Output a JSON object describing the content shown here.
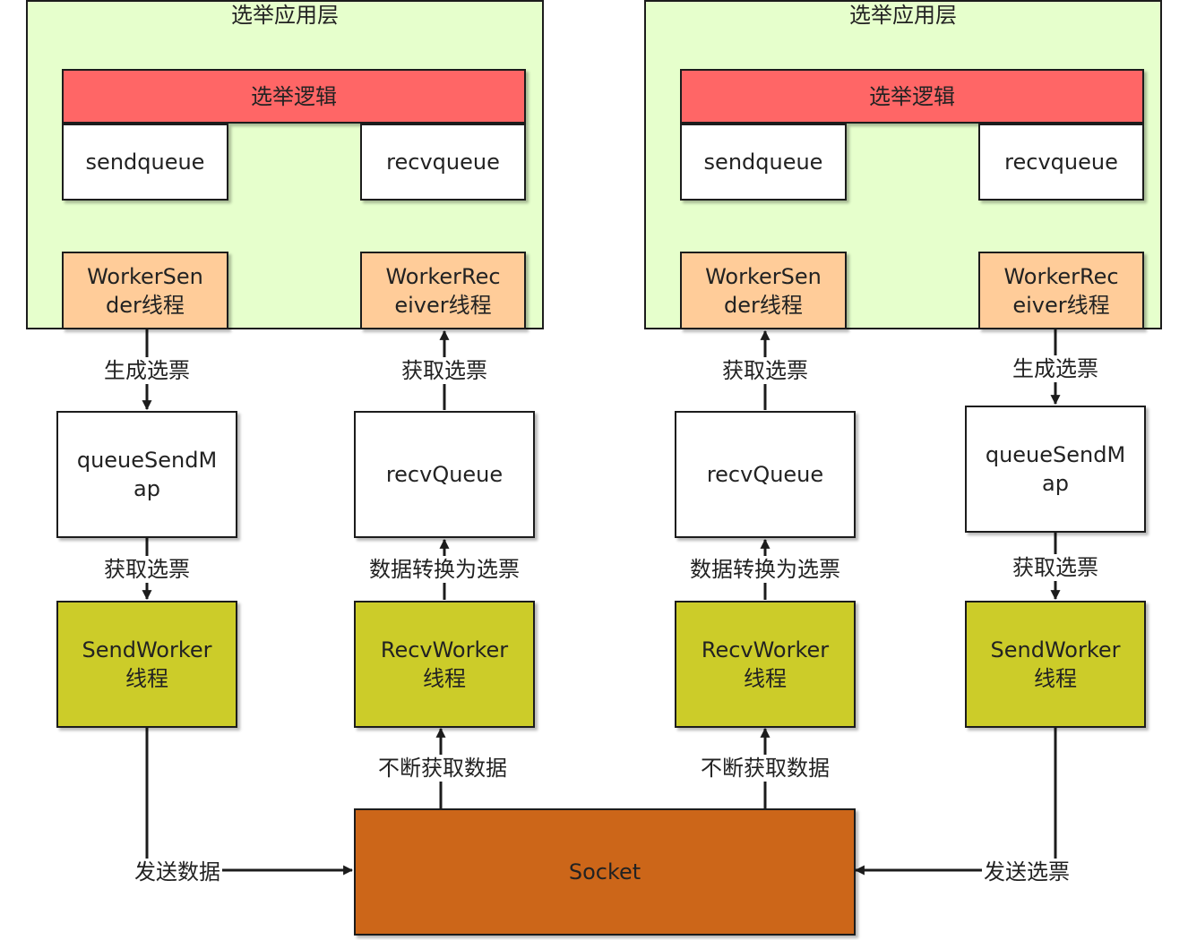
{
  "left_cluster": {
    "layer_title": "选举应用层",
    "logic": "选举逻辑",
    "send_queue": "sendqueue",
    "recv_queue": "recvqueue",
    "worker_sender": "WorkerSen\nder线程",
    "worker_receiver": "WorkerRec\neiver线程",
    "edge_generate": "生成选票",
    "edge_fetch_top": "获取选票",
    "queue_send_map": "queueSendM\nap",
    "recv_queue_buf": "recvQueue",
    "edge_fetch_mid": "获取选票",
    "edge_convert": "数据转换为选票",
    "send_worker": "SendWorker\n线程",
    "recv_worker": "RecvWorker\n线程",
    "edge_continuous": "不断获取数据",
    "edge_send": "发送数据"
  },
  "right_cluster": {
    "layer_title": "选举应用层",
    "logic": "选举逻辑",
    "send_queue": "sendqueue",
    "recv_queue": "recvqueue",
    "worker_sender": "WorkerSen\nder线程",
    "worker_receiver": "WorkerRec\neiver线程",
    "edge_fetch_top": "获取选票",
    "edge_generate": "生成选票",
    "recv_queue_buf": "recvQueue",
    "queue_send_map": "queueSendM\nap",
    "edge_convert": "数据转换为选票",
    "edge_fetch_mid": "获取选票",
    "recv_worker": "RecvWorker\n线程",
    "send_worker": "SendWorker\n线程",
    "edge_continuous": "不断获取数据",
    "edge_send": "发送选票"
  },
  "socket": "Socket",
  "colors": {
    "layer_bg": "#e6ffcc",
    "logic_bg": "#ff6666",
    "worker_thread_bg": "#ffcc99",
    "network_worker_bg": "#cccc29",
    "socket_bg": "#cc6619"
  }
}
